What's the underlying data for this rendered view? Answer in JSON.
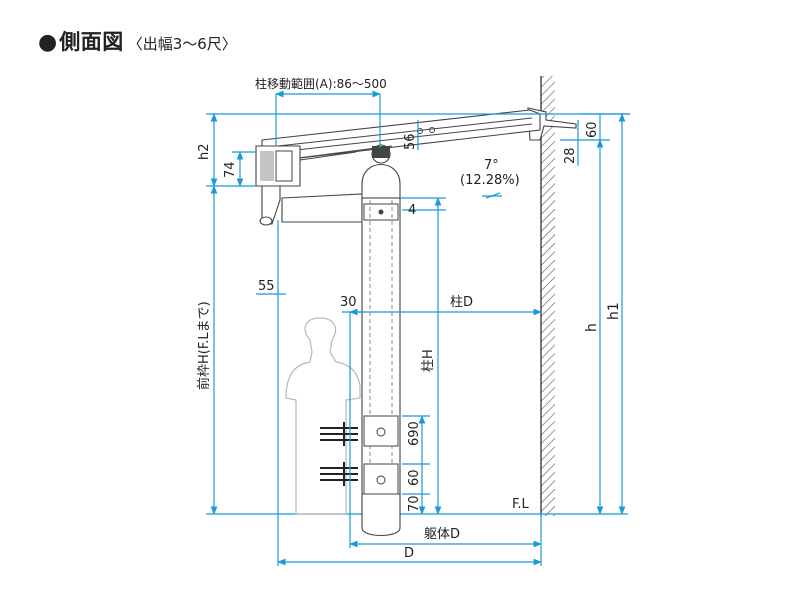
{
  "title": {
    "bullet": "●",
    "main": "側面図",
    "sub": "〈出幅3〜6尺〉"
  },
  "labels": {
    "post_range": "柱移動範囲(A):86〜500",
    "slope_deg": "7°",
    "slope_pct": "(12.28%)",
    "h2": "h2",
    "d74": "74",
    "d56": "56",
    "d60_top": "60",
    "d28": "28",
    "d4": "4",
    "d55": "55",
    "d30": "30",
    "post_d": "柱D",
    "post_h": "柱H",
    "front_h": "前枠H(F.Lまで)",
    "h": "h",
    "h1": "h1",
    "d690": "690",
    "d60_bottom": "60",
    "d70": "70",
    "fl": "F.L",
    "body_d": "躯体D",
    "d": "D"
  },
  "colors": {
    "dimension_line": "#1a9ad8",
    "outline": "#444444",
    "ghost_figure": "#b8b8b8",
    "text": "#222222"
  }
}
